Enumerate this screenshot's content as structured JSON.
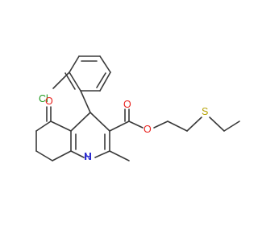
{
  "molecule": {
    "atom_labels": {
      "chlorine": "Cl",
      "ketone_oxygen": "O",
      "carbonyl_oxygen": "O",
      "ester_oxygen": "O",
      "sulfur": "S",
      "amine": "H\nN"
    },
    "colors": {
      "bond": "#3a3a3a",
      "oxygen": "#e8201c",
      "sulfur": "#b5a100",
      "nitrogen": "#2a2ad0",
      "chlorine": "#1f9a1f"
    }
  }
}
